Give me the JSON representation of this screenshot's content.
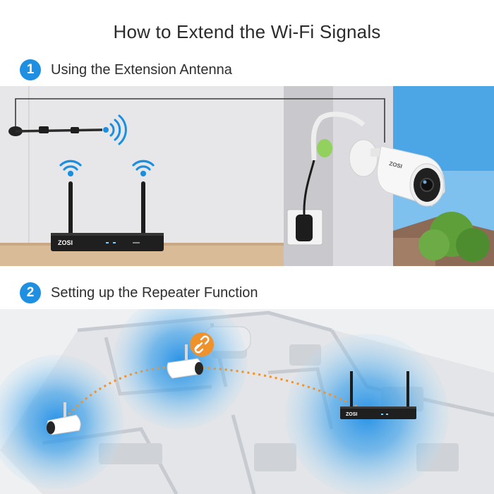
{
  "title": "How to Extend the Wi-Fi Signals",
  "step1": {
    "number": "1",
    "label": "Using the Extension Antenna"
  },
  "step2": {
    "number": "2",
    "label": "Setting up the Repeater Function"
  },
  "brand": "ZOSI",
  "colors": {
    "accent": "#1e8fe1",
    "wifi": "#1a8fe0",
    "link_badge": "#f0922b"
  }
}
